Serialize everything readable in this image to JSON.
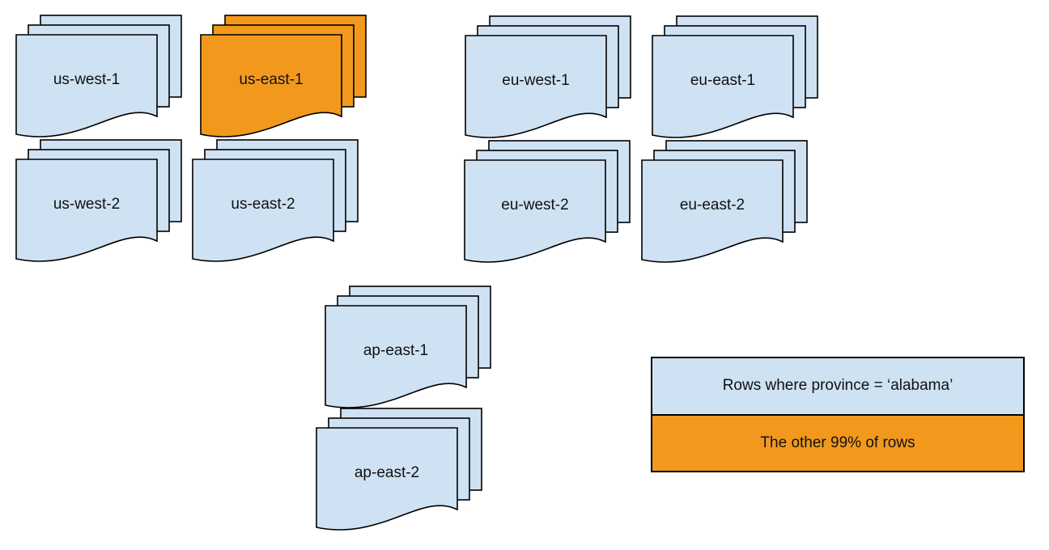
{
  "colors": {
    "blue": "#cfe2f3",
    "orange": "#f2991d",
    "stroke": "#000000",
    "background": "#ffffff"
  },
  "stacks": [
    {
      "id": "us-west-1",
      "label": "us-west-1",
      "variant": "blue"
    },
    {
      "id": "us-east-1",
      "label": "us-east-1",
      "variant": "orange"
    },
    {
      "id": "eu-west-1",
      "label": "eu-west-1",
      "variant": "blue"
    },
    {
      "id": "eu-east-1",
      "label": "eu-east-1",
      "variant": "blue"
    },
    {
      "id": "us-west-2",
      "label": "us-west-2",
      "variant": "blue"
    },
    {
      "id": "us-east-2",
      "label": "us-east-2",
      "variant": "blue"
    },
    {
      "id": "eu-west-2",
      "label": "eu-west-2",
      "variant": "blue"
    },
    {
      "id": "eu-east-2",
      "label": "eu-east-2",
      "variant": "blue"
    },
    {
      "id": "ap-east-1",
      "label": "ap-east-1",
      "variant": "blue"
    },
    {
      "id": "ap-east-2",
      "label": "ap-east-2",
      "variant": "blue"
    }
  ],
  "legend": {
    "rows": [
      {
        "label": "Rows where province = ‘alabama’",
        "variant": "blue"
      },
      {
        "label": "The other 99% of rows",
        "variant": "orange"
      }
    ]
  }
}
